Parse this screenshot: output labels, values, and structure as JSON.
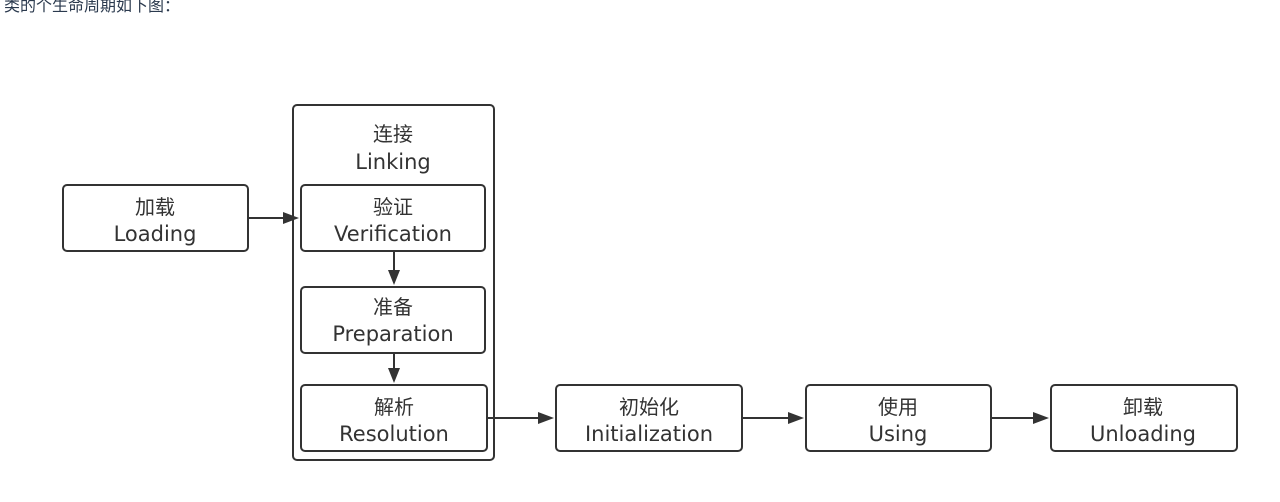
{
  "intro_text": "类的个生命周期如下图：",
  "diagram": {
    "nodes": {
      "linking": {
        "cn": "连接",
        "en": "Linking"
      },
      "loading": {
        "cn": "加载",
        "en": "Loading"
      },
      "verification": {
        "cn": "验证",
        "en": "Verification"
      },
      "preparation": {
        "cn": "准备",
        "en": "Preparation"
      },
      "resolution": {
        "cn": "解析",
        "en": "Resolution"
      },
      "initialization": {
        "cn": "初始化",
        "en": "Initialization"
      },
      "using": {
        "cn": "使用",
        "en": "Using"
      },
      "unloading": {
        "cn": "卸载",
        "en": "Unloading"
      }
    },
    "edges": [
      [
        "loading",
        "linking"
      ],
      [
        "verification",
        "preparation"
      ],
      [
        "preparation",
        "resolution"
      ],
      [
        "resolution",
        "initialization"
      ],
      [
        "initialization",
        "using"
      ],
      [
        "using",
        "unloading"
      ]
    ]
  }
}
